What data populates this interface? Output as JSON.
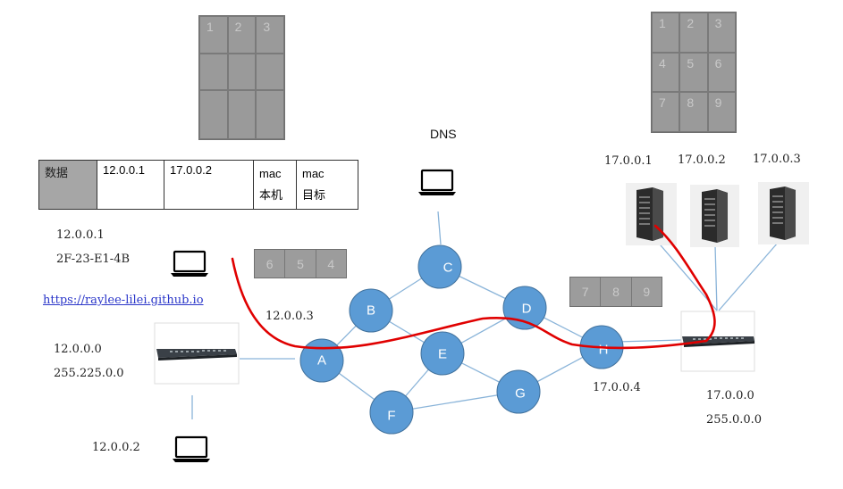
{
  "dns_label": "DNS",
  "top_left_matrix": [
    "1",
    "2",
    "3",
    "",
    "",
    "",
    "",
    "",
    ""
  ],
  "top_right_matrix": [
    "1",
    "2",
    "3",
    "4",
    "5",
    "6",
    "7",
    "8",
    "9"
  ],
  "packet_left": [
    "6",
    "5",
    "4"
  ],
  "packet_right": [
    "7",
    "8",
    "9"
  ],
  "header_table": {
    "data": "数据",
    "src_ip": "12.0.0.1",
    "dst_ip": "17.0.0.2",
    "mac_local": [
      "mac",
      "本机"
    ],
    "mac_target": [
      "mac",
      "目标"
    ]
  },
  "host_ip": "12.0.0.1",
  "host_mac": "2F-23-E1-4B",
  "link_text": "https://raylee-lilei.github.io",
  "node_a_ip": "12.0.0.3",
  "left_switch": {
    "ip": "12.0.0.0",
    "mask": "255.225.0.0"
  },
  "bottom_host_ip": "12.0.0.2",
  "node_h_ip": "17.0.0.4",
  "right_switch": {
    "ip": "17.0.0.0",
    "mask": "255.0.0.0"
  },
  "servers": [
    "17.0.0.1",
    "17.0.0.2",
    "17.0.0.3"
  ],
  "nodes": [
    "A",
    "B",
    "C",
    "D",
    "E",
    "F",
    "G",
    "H"
  ],
  "colors": {
    "node": "#5b9bd5",
    "route": "#e00000",
    "edge": "#8ab4d9"
  }
}
